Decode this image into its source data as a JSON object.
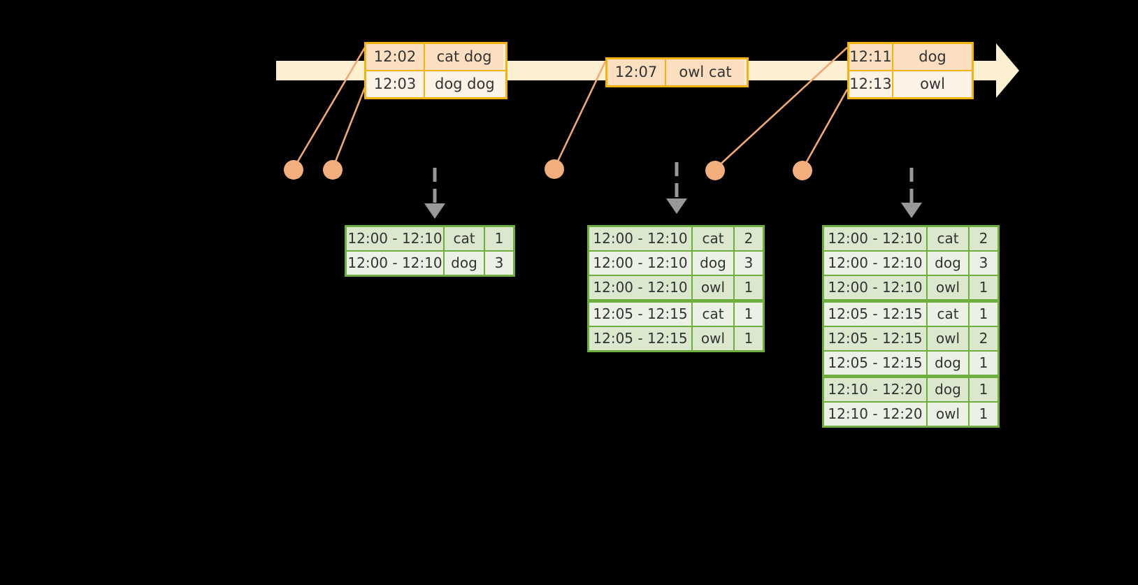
{
  "colors": {
    "background": "#000000",
    "timeline_bar": "#FDEFD2",
    "event_border": "#F5B312",
    "event_fill_shade": "#FBDFC0",
    "event_fill_plain": "#FDF2E6",
    "connector_line": "#F0A875",
    "dot": "#F2AE7C",
    "dashed_arrow": "#999999",
    "table_border": "#6DAE3F",
    "table_fill_shade": "#DCE8CE",
    "table_fill_plain": "#ECF1E6",
    "text": "#333333"
  },
  "timeline": {
    "name": "event-timeline",
    "arrow_direction": "right",
    "event_groups": [
      {
        "name": "event-group-1",
        "events": [
          {
            "time": "12:02",
            "words": "cat dog"
          },
          {
            "time": "12:03",
            "words": "dog dog"
          }
        ]
      },
      {
        "name": "event-group-2",
        "events": [
          {
            "time": "12:07",
            "words": "owl cat"
          }
        ]
      },
      {
        "name": "event-group-3",
        "events": [
          {
            "time": "12:11",
            "words": "dog"
          },
          {
            "time": "12:13",
            "words": "owl"
          }
        ]
      }
    ]
  },
  "dots": [
    {
      "name": "event-dot-1",
      "label": "12:02"
    },
    {
      "name": "event-dot-2",
      "label": "12:03"
    },
    {
      "name": "event-dot-3",
      "label": "12:07"
    },
    {
      "name": "event-dot-4",
      "label": "12:11"
    },
    {
      "name": "event-dot-5",
      "label": "12:13"
    }
  ],
  "tables": [
    {
      "name": "window-result-table-1",
      "rows": [
        {
          "range": "12:00 - 12:10",
          "word": "cat",
          "count": "1",
          "group": 1
        },
        {
          "range": "12:00 - 12:10",
          "word": "dog",
          "count": "3",
          "group": 1
        }
      ]
    },
    {
      "name": "window-result-table-2",
      "rows": [
        {
          "range": "12:00 - 12:10",
          "word": "cat",
          "count": "2",
          "group": 1
        },
        {
          "range": "12:00 - 12:10",
          "word": "dog",
          "count": "3",
          "group": 1
        },
        {
          "range": "12:00 - 12:10",
          "word": "owl",
          "count": "1",
          "group": 1
        },
        {
          "range": "12:05 - 12:15",
          "word": "cat",
          "count": "1",
          "group": 2
        },
        {
          "range": "12:05 - 12:15",
          "word": "owl",
          "count": "1",
          "group": 2
        }
      ]
    },
    {
      "name": "window-result-table-3",
      "rows": [
        {
          "range": "12:00 - 12:10",
          "word": "cat",
          "count": "2",
          "group": 1
        },
        {
          "range": "12:00 - 12:10",
          "word": "dog",
          "count": "3",
          "group": 1
        },
        {
          "range": "12:00 - 12:10",
          "word": "owl",
          "count": "1",
          "group": 1
        },
        {
          "range": "12:05 - 12:15",
          "word": "cat",
          "count": "1",
          "group": 2
        },
        {
          "range": "12:05 - 12:15",
          "word": "owl",
          "count": "2",
          "group": 2
        },
        {
          "range": "12:05 - 12:15",
          "word": "dog",
          "count": "1",
          "group": 2
        },
        {
          "range": "12:10 - 12:20",
          "word": "dog",
          "count": "1",
          "group": 3
        },
        {
          "range": "12:10 - 12:20",
          "word": "owl",
          "count": "1",
          "group": 3
        }
      ]
    }
  ]
}
